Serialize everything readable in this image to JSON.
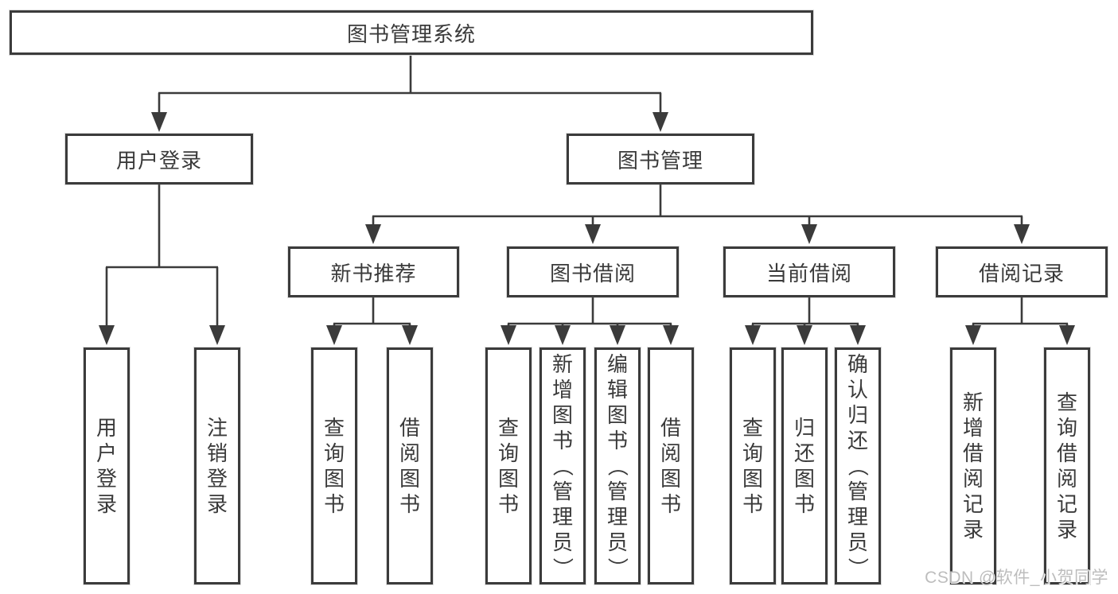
{
  "nodes": {
    "root": "图书管理系统",
    "level2": {
      "user_login": "用户登录",
      "book_management": "图书管理"
    },
    "level3": {
      "new_book_recommend": "新书推荐",
      "book_borrow": "图书借阅",
      "current_borrow": "当前借阅",
      "borrow_records": "借阅记录"
    },
    "leaves": {
      "user_login": [
        "用户登录",
        "注销登录"
      ],
      "new_book_recommend": [
        "查询图书",
        "借阅图书"
      ],
      "book_borrow": [
        "查询图书",
        "新增图书（管理员）",
        "编辑图书（管理员）",
        "借阅图书"
      ],
      "current_borrow": [
        "查询图书",
        "归还图书",
        "确认归还（管理员）"
      ],
      "borrow_records": [
        "新增借阅记录",
        "查询借阅记录"
      ]
    }
  },
  "watermark": "CSDN @软件_小贺同学",
  "colors": {
    "line": "#3b3b3b",
    "text": "#3a3a3a",
    "background": "#ffffff",
    "watermark": "#bdbdbd"
  }
}
